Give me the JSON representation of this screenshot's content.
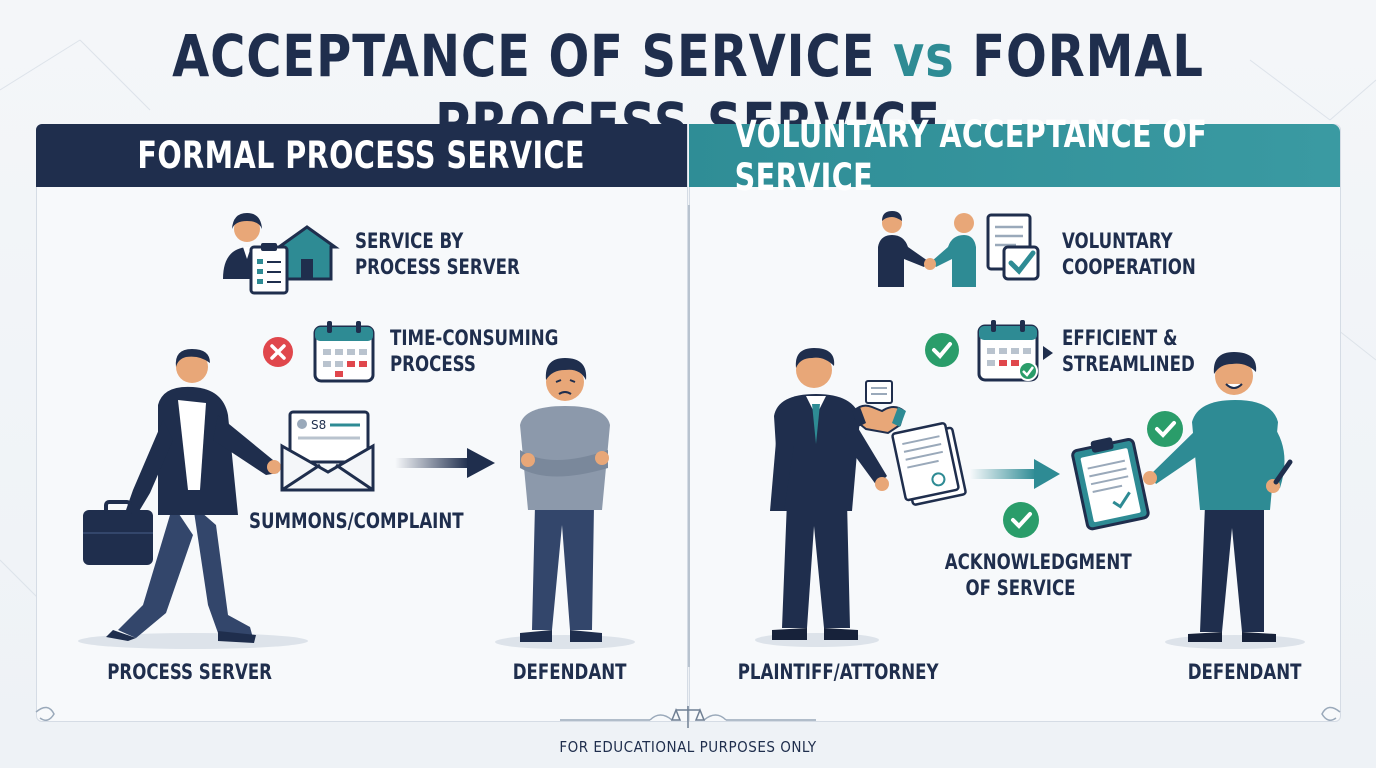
{
  "title": {
    "part1": "ACCEPTANCE OF SERVICE ",
    "vs": "vs",
    "part2": " FORMAL PROCESS SERVICE"
  },
  "left": {
    "header": "FORMAL PROCESS SERVICE",
    "feature1": {
      "line1": "SERVICE BY",
      "line2": "PROCESS SERVER"
    },
    "feature2": {
      "line1": "TIME-CONSUMING",
      "line2": "PROCESS"
    },
    "document_label": "SUMMONS/COMPLAINT",
    "envelope_text": "S8",
    "actor1": "PROCESS SERVER",
    "actor2": "DEFENDANT"
  },
  "right": {
    "header": "VOLUNTARY ACCEPTANCE OF SERVICE",
    "feature1": {
      "line1": "VOLUNTARY",
      "line2": "COOPERATION"
    },
    "feature2": {
      "line1": "EFFICIENT &",
      "line2": "STREAMLINED"
    },
    "ack": {
      "line1": "ACKNOWLEDGMENT",
      "line2": "OF SERVICE"
    },
    "actor1": "PLAINTIFF/ATTORNEY",
    "actor2": "DEFENDANT"
  },
  "footer": "FOR EDUCATIONAL PURPOSES ONLY",
  "colors": {
    "navy": "#1f2e4d",
    "teal": "#2e8b94",
    "red": "#e0474c",
    "green": "#2a9d6a"
  }
}
